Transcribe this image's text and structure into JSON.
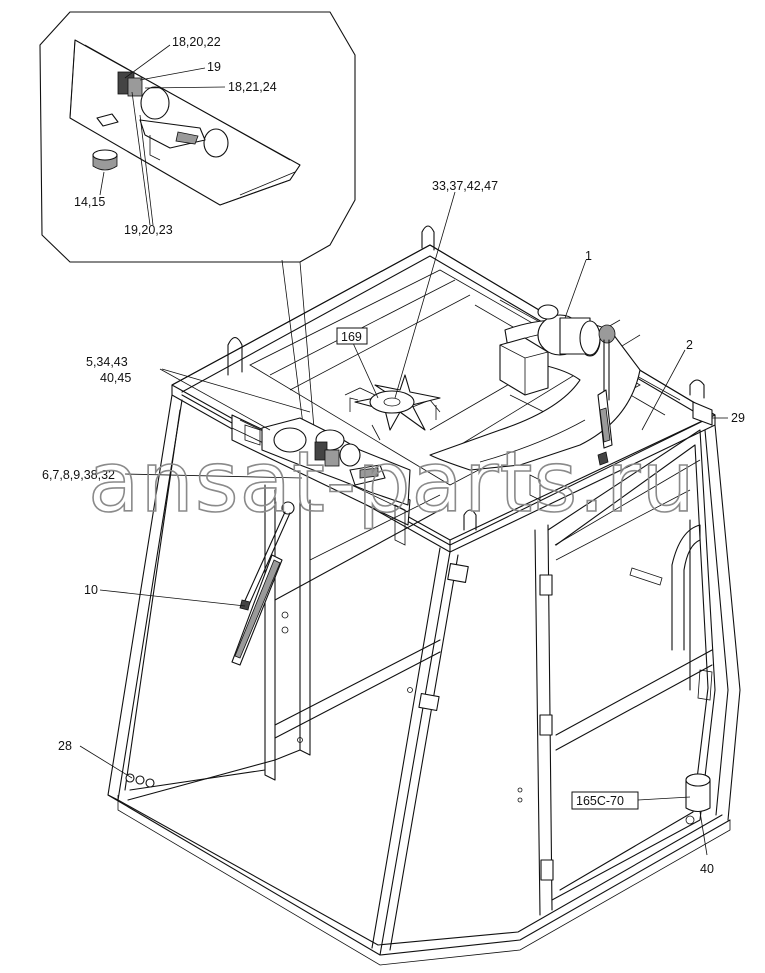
{
  "watermark": "ansat-parts.ru",
  "callouts": {
    "c_18_20_22": "18,20,22",
    "c_19": "19",
    "c_18_21_24": "18,21,24",
    "c_14_15": "14,15",
    "c_19_20_23": "19,20,23",
    "c_33_37_42_47": "33,37,42,47",
    "c_1": "1",
    "c_2": "2",
    "c_169": "169",
    "c_5_34_43": "5,34,43",
    "c_40_45": "40,45",
    "c_29": "29",
    "c_6_7_8_9_38_32": "6,7,8,9,38,32",
    "c_10": "10",
    "c_28": "28",
    "c_165c_70": "165C-70",
    "c_40": "40"
  }
}
